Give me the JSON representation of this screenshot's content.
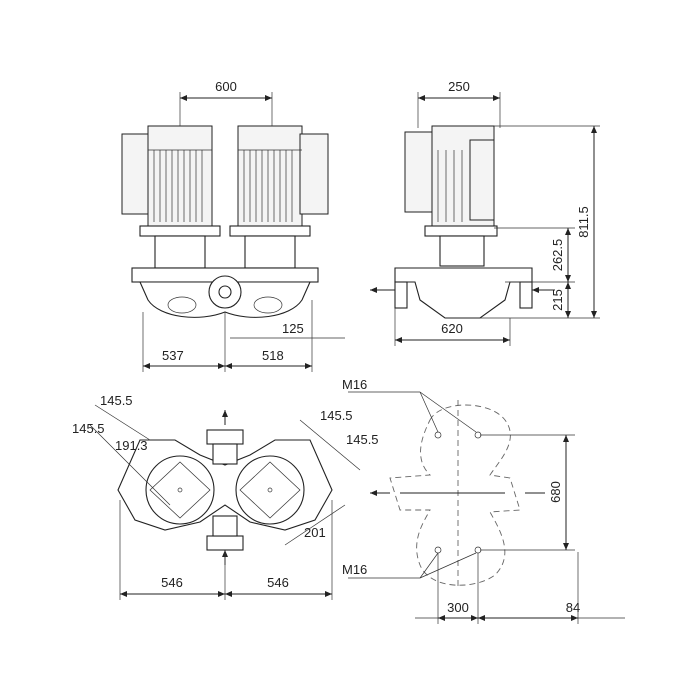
{
  "labels": {
    "front_motor_spacing": "600",
    "front_left_width": "537",
    "front_right_width": "518",
    "front_inlet_height": "125",
    "side_motor_width": "250",
    "side_total_height": "811.5",
    "side_mid_height": "262.5",
    "side_base_height": "215",
    "side_flange_width": "620",
    "top_left_width": "546",
    "top_right_width": "546",
    "top_left_dim_a": "145.5",
    "top_left_dim_b": "145.5",
    "top_left_dim_c": "191.3",
    "top_right_dim_a": "145.5",
    "top_right_dim_b": "145.5",
    "top_right_dim_c": "201",
    "base_thread_top": "M16",
    "base_thread_bottom": "M16",
    "base_height": "680",
    "base_width": "300",
    "base_offset": "84"
  }
}
